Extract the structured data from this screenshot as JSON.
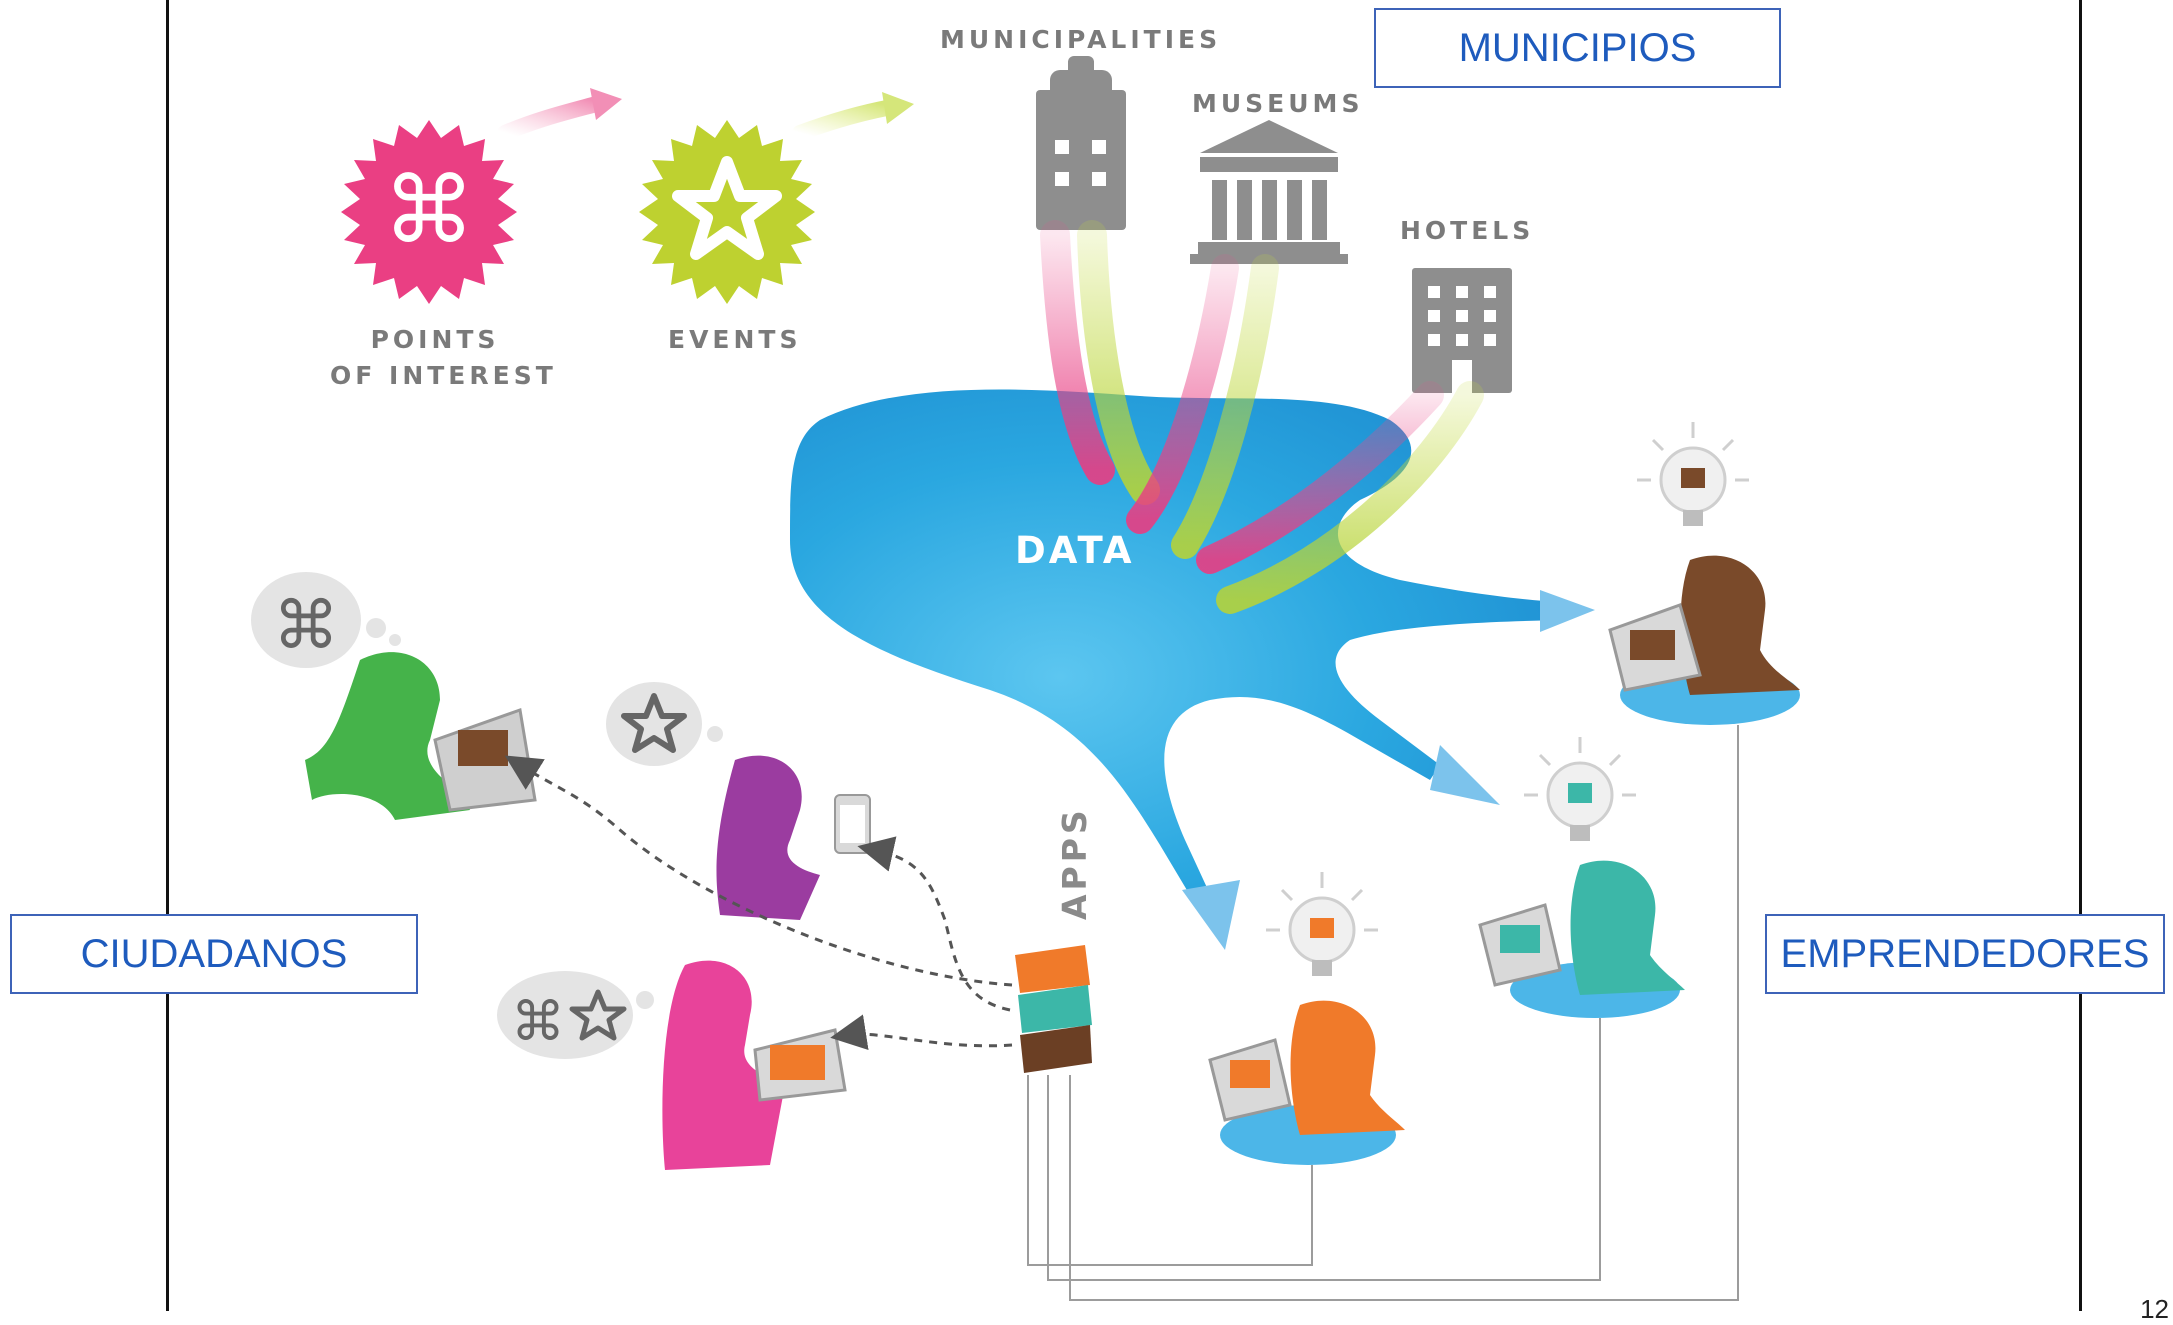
{
  "callouts": {
    "municipios": "MUNICIPIOS",
    "ciudadanos": "CIUDADANOS",
    "emprendedores": "EMPRENDEDORES"
  },
  "categories": {
    "municipalities": "MUNICIPALITIES",
    "museums": "MUSEUMS",
    "hotels": "HOTELS",
    "points_of_interest_line1": "POINTS",
    "points_of_interest_line2": "OF INTEREST",
    "events": "EVENTS"
  },
  "center_label": "DATA",
  "apps_label": "APPS",
  "page_number": "12",
  "icons": {
    "points_of_interest": "command-badge-icon",
    "events": "star-badge-icon",
    "municipalities": "town-hall-icon",
    "museums": "museum-columns-icon",
    "hotels": "hotel-building-icon",
    "apps": "app-stack-icon",
    "idea": "lightbulb-icon"
  },
  "colors": {
    "data_blob": "#2aa7e0",
    "stream_pink": "#ea4d8c",
    "stream_green": "#c3da3a",
    "points_badge": "#ea3f83",
    "events_badge": "#bed130",
    "building_gray": "#8e8e8e",
    "callout_border": "#3d63b8",
    "callout_text": "#1e5bbd"
  }
}
